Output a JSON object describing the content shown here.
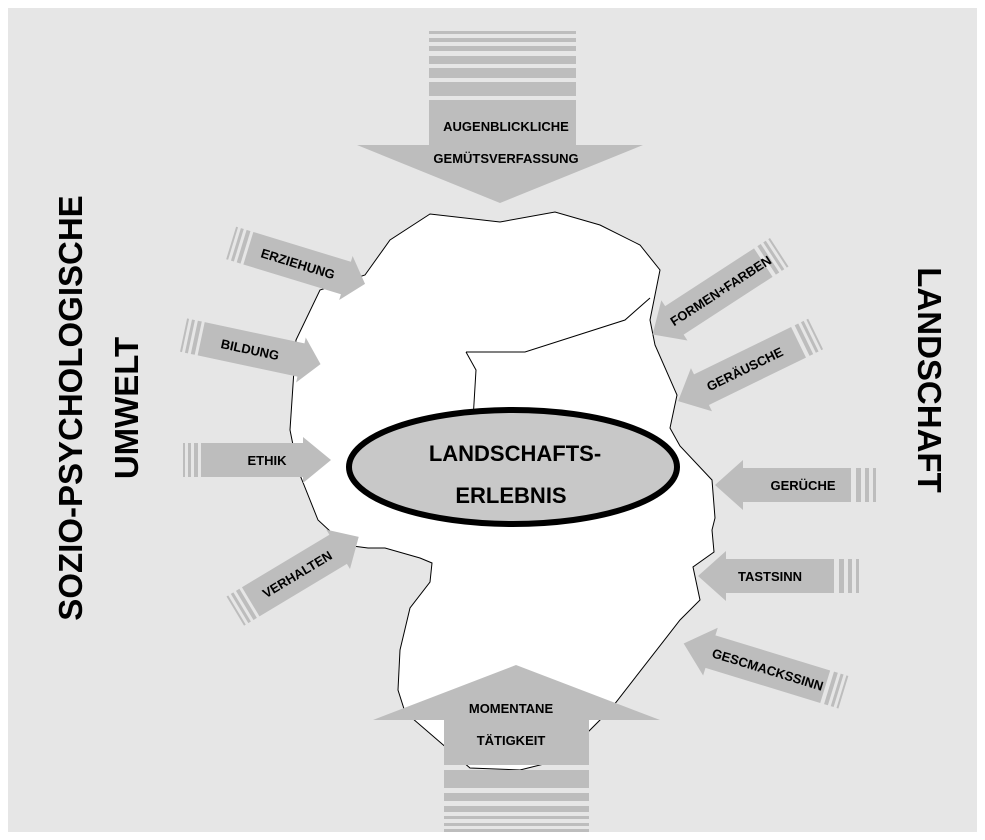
{
  "colors": {
    "background": "#e6e6e6",
    "arrow_fill": "#bdbdbd",
    "head_fill": "#ffffff",
    "outline": "#000000"
  },
  "side_labels": {
    "left_line1": "SOZIO-PSYCHOLOGISCHE",
    "left_line2": "UMWELT",
    "right": "LANDSCHAFT"
  },
  "center": {
    "line1": "LANDSCHAFTS-",
    "line2": "ERLEBNIS"
  },
  "top_arrow": {
    "line1": "AUGENBLICKLICHE",
    "line2": "GEMÜTSVERFASSUNG"
  },
  "bottom_arrow": {
    "line1": "MOMENTANE",
    "line2": "TÄTIGKEIT"
  },
  "left_arrows": [
    "ERZIEHUNG",
    "BILDUNG",
    "ETHIK",
    "VERHALTEN"
  ],
  "right_arrows": [
    "FORMEN+FARBEN",
    "GERÄUSCHE",
    "GERÜCHE",
    "TASTSINN",
    "GESCMACKSSINN"
  ]
}
